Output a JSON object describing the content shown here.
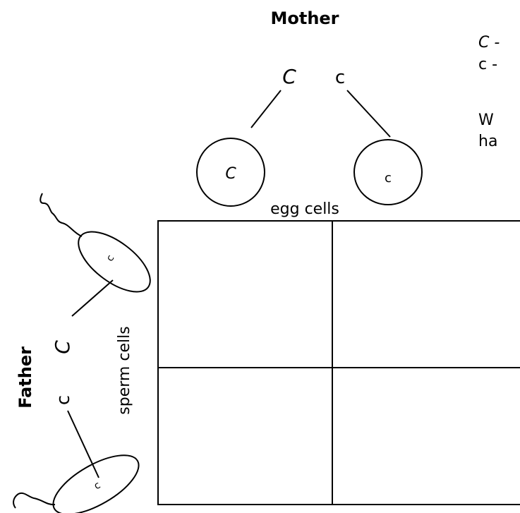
{
  "mother": {
    "title": "Mother",
    "allele_dominant": "C",
    "allele_recessive": "c",
    "egg_left": "C",
    "egg_right": "c",
    "egg_caption": "egg cells"
  },
  "father": {
    "title": "Father",
    "allele_dominant": "C",
    "allele_recessive": "c",
    "sperm_top": "c",
    "sperm_bottom": "c",
    "sperm_caption": "sperm cells"
  },
  "legend": {
    "line1": "C -",
    "line2": "c -",
    "line3": "W",
    "line4": "ha"
  },
  "punnett": {
    "cells": [
      "",
      "",
      "",
      ""
    ]
  }
}
